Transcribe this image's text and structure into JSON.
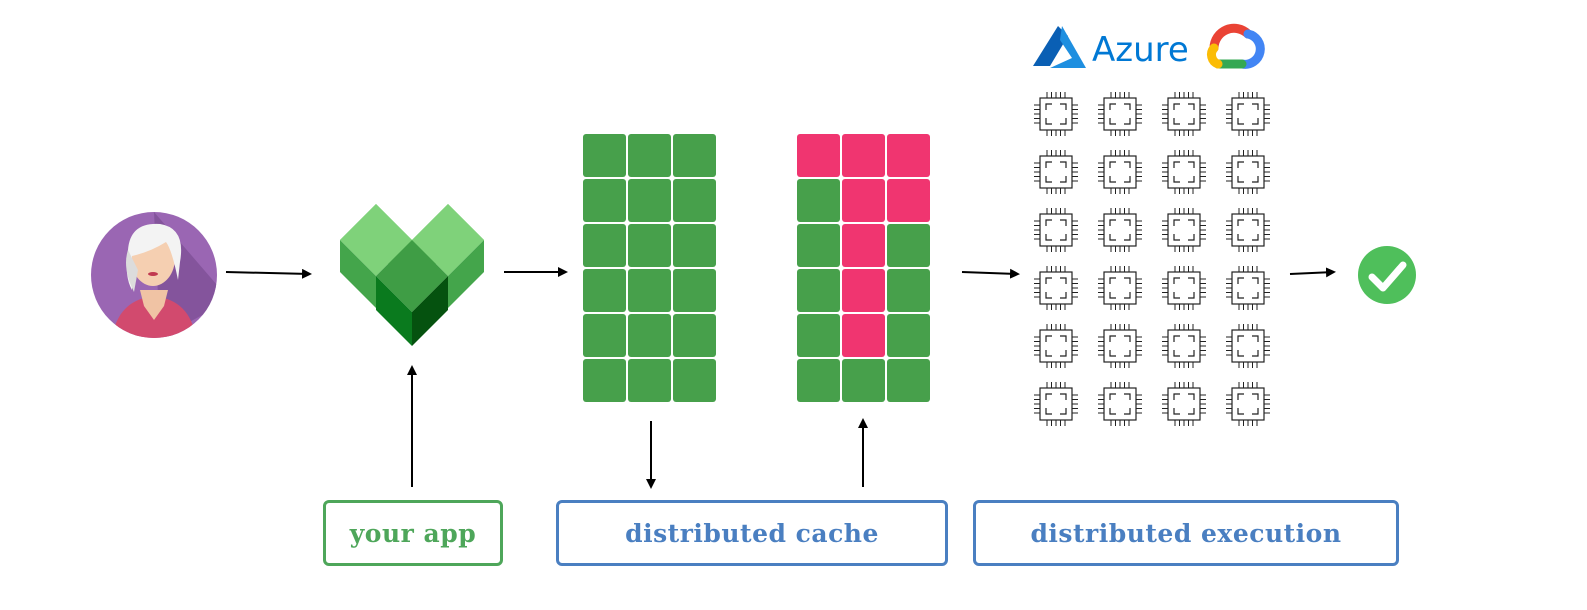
{
  "labels": {
    "app": "your app",
    "cache": "distributed cache",
    "execution": "distributed execution"
  },
  "logos": {
    "azure_text": "Azure",
    "azure_icon": "azure-logo-icon",
    "gcp_icon": "google-cloud-logo-icon"
  },
  "icons": {
    "user": "user-avatar-icon",
    "app": "app-heart-logo-icon",
    "cpu": "cpu-chip-icon",
    "success": "check-circle-icon"
  },
  "colors": {
    "green": "#4ea65a",
    "blue": "#4a7fc1",
    "cache_green": "#47a04b",
    "cache_pink": "#f03570",
    "azure": "#0078d4",
    "check": "#4fbf5b"
  },
  "cache_grid_left": {
    "rows": 6,
    "cols": 3,
    "cells": [
      [
        "g",
        "g",
        "g"
      ],
      [
        "g",
        "g",
        "g"
      ],
      [
        "g",
        "g",
        "g"
      ],
      [
        "g",
        "g",
        "g"
      ],
      [
        "g",
        "g",
        "g"
      ],
      [
        "g",
        "g",
        "g"
      ]
    ]
  },
  "cache_grid_right": {
    "rows": 6,
    "cols": 3,
    "cells": [
      [
        "p",
        "p",
        "p"
      ],
      [
        "g",
        "p",
        "p"
      ],
      [
        "g",
        "p",
        "g"
      ],
      [
        "g",
        "p",
        "g"
      ],
      [
        "g",
        "p",
        "g"
      ],
      [
        "g",
        "g",
        "g"
      ]
    ]
  },
  "cpu_grid": {
    "rows": 6,
    "cols": 4
  }
}
